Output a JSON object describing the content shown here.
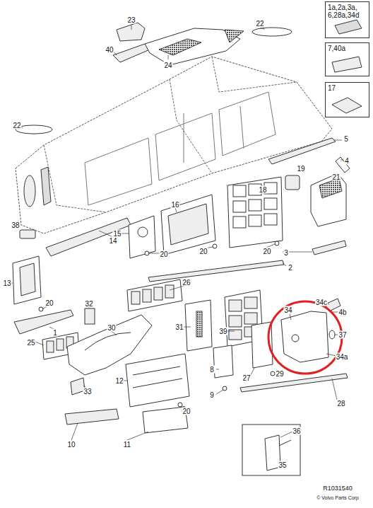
{
  "diagram": {
    "nodes": [
      {
        "text": [
          "1a,2a,3a, 6,28a,34d"
        ]
      },
      {
        "text": [
          "7,40a"
        ]
      },
      {
        "text": [
          "17"
        ]
      }
    ],
    "labels": [
      "23",
      "22",
      "40",
      "24",
      "22",
      "5",
      "4",
      "19",
      "21",
      "38",
      "14",
      "15",
      "16",
      "18",
      "20",
      "20",
      "20",
      "3",
      "13",
      "20",
      "2",
      "26",
      "34c",
      "32",
      "30",
      "31",
      "39",
      "34",
      "4b",
      "37",
      "34a",
      "29",
      "1",
      "25",
      "8",
      "27",
      "33",
      "12",
      "9",
      "28",
      "20",
      "10",
      "11",
      "36",
      "35",
      "R1031540",
      "© Volvo Parts Corp"
    ]
  }
}
